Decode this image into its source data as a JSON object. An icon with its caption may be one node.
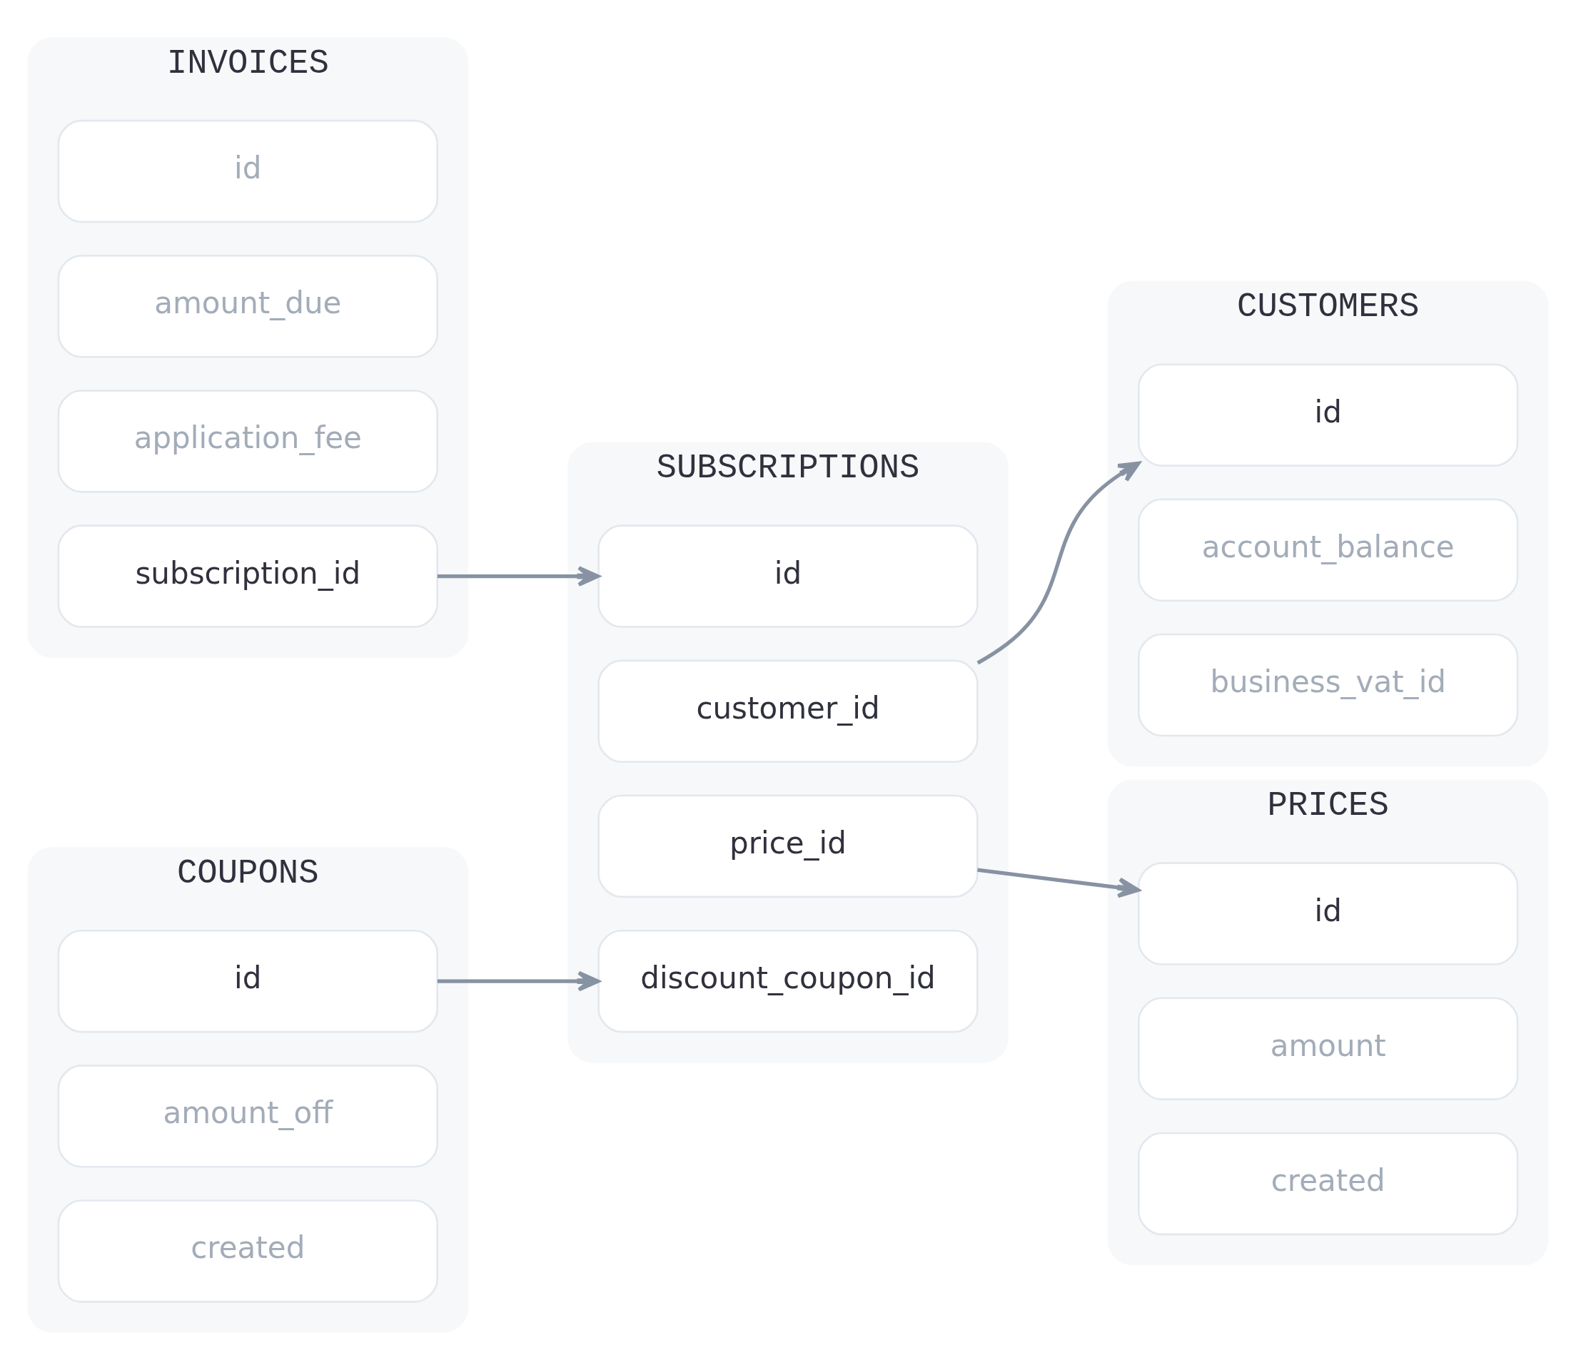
{
  "diagram": {
    "nodes": [
      {
        "text": [
          "INVOICES"
        ]
      },
      {
        "text": [
          "id"
        ],
        "in": 0
      },
      {
        "text": [
          "amount_due"
        ],
        "in": 0
      },
      {
        "text": [
          "application_fee"
        ],
        "in": 0
      },
      {
        "text": [
          "subscription_id"
        ],
        "in": 0
      },
      {
        "text": [
          "SUBSCRIPTIONS"
        ]
      },
      {
        "text": [
          "id"
        ],
        "in": 5
      },
      {
        "text": [
          "customer_id"
        ],
        "in": 5
      },
      {
        "text": [
          "price_id"
        ],
        "in": 5
      },
      {
        "text": [
          "discount_coupon_id"
        ],
        "in": 5
      },
      {
        "text": [
          "CUSTOMERS"
        ]
      },
      {
        "text": [
          "id"
        ],
        "in": 10
      },
      {
        "text": [
          "account_balance"
        ],
        "in": 10
      },
      {
        "text": [
          "business_vat_id"
        ],
        "in": 10
      },
      {
        "text": [
          "PRICES"
        ]
      },
      {
        "text": [
          "id"
        ],
        "in": 14
      },
      {
        "text": [
          "amount"
        ],
        "in": 14
      },
      {
        "text": [
          "created"
        ],
        "in": 14
      },
      {
        "text": [
          "COUPONS"
        ]
      },
      {
        "text": [
          "id"
        ],
        "in": 18
      },
      {
        "text": [
          "amount_off"
        ],
        "in": 18
      },
      {
        "text": [
          "created"
        ],
        "in": 18
      }
    ],
    "edges": [
      {
        "from": 4,
        "to": 6,
        "arrow": "to"
      },
      {
        "from": 7,
        "to": 11,
        "arrow": "to"
      },
      {
        "from": 8,
        "to": 15,
        "arrow": "to"
      },
      {
        "from": 19,
        "to": 9,
        "arrow": "to"
      }
    ]
  }
}
